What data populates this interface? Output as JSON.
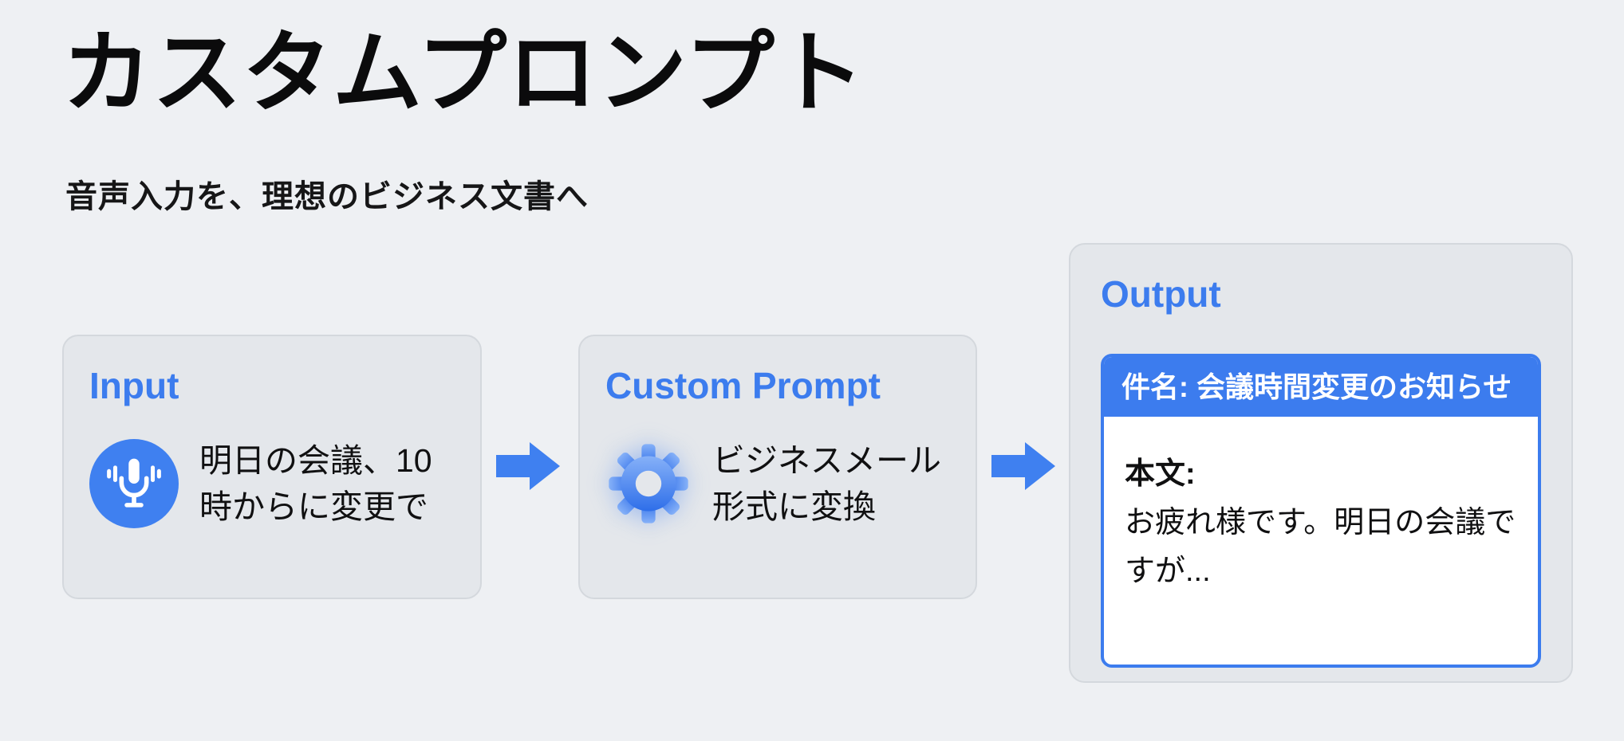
{
  "page": {
    "title": "カスタムプロンプト",
    "subtitle": "音声入力を、理想のビジネス文書へ"
  },
  "flow": {
    "input": {
      "heading": "Input",
      "icon": "microphone-icon",
      "text": "明日の会議、10\n時からに変更で"
    },
    "arrow1": {
      "icon": "arrow-right-icon"
    },
    "custom_prompt": {
      "heading": "Custom Prompt",
      "icon": "gear-icon",
      "text": "ビジネスメール\n形式に変換"
    },
    "arrow2": {
      "icon": "arrow-right-icon"
    },
    "output": {
      "heading": "Output",
      "email": {
        "subject": "件名: 会議時間変更のお知らせ",
        "body_label": "本文:",
        "body_text": "お疲れ様です。明日の会議で\nすが..."
      }
    }
  },
  "colors": {
    "accent_blue": "#3c7cee",
    "page_background": "#eef0f3",
    "card_background": "#e4e7eb",
    "card_border": "#d4d8dd",
    "email_background": "#ffffff",
    "title_color": "#0b0b0c"
  }
}
